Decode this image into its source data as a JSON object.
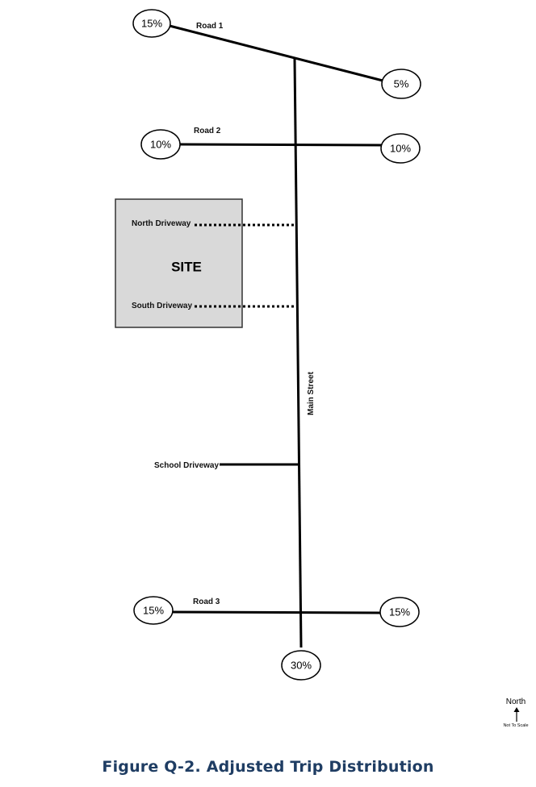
{
  "roads": {
    "road1": "Road 1",
    "road2": "Road 2",
    "road3": "Road 3",
    "main_street": "Main Street",
    "school_driveway": "School Driveway",
    "north_driveway": "North Driveway",
    "south_driveway": "South Driveway"
  },
  "site": {
    "label": "SITE"
  },
  "percentages": {
    "road1_west": "15%",
    "road1_east": "5%",
    "road2_west": "10%",
    "road2_east": "10%",
    "road3_west": "15%",
    "road3_east": "15%",
    "main_south": "30%"
  },
  "north_arrow": {
    "label": "North",
    "scale_note": "Not To Scale"
  },
  "caption": "Figure Q-2. Adjusted Trip Distribution",
  "colors": {
    "site_fill": "#d9d9d9",
    "caption": "#1f3d63",
    "lines": "#000000"
  }
}
